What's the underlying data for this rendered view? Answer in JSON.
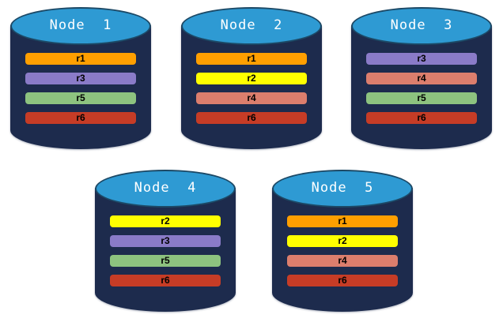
{
  "palette": {
    "page_background": "#ffffff",
    "cylinder_body": "#1d2b4d",
    "cylinder_top": "#2e9ad3",
    "cylinder_top_border": "#1c4966",
    "title_text": "#ffffff",
    "bar_text": "#000000"
  },
  "replica_colors": {
    "r1": "#ff9f00",
    "r2": "#ffff00",
    "r3": "#8a7bc8",
    "r4": "#dc7e6d",
    "r5": "#8dc37f",
    "r6": "#c63c26"
  },
  "nodes": [
    {
      "title": "Node  1",
      "replicas": [
        "r1",
        "r3",
        "r5",
        "r6"
      ]
    },
    {
      "title": "Node  2",
      "replicas": [
        "r1",
        "r2",
        "r4",
        "r6"
      ]
    },
    {
      "title": "Node  3",
      "replicas": [
        "r3",
        "r4",
        "r5",
        "r6"
      ]
    },
    {
      "title": "Node  4",
      "replicas": [
        "r2",
        "r3",
        "r5",
        "r6"
      ]
    },
    {
      "title": "Node  5",
      "replicas": [
        "r1",
        "r2",
        "r4",
        "r6"
      ]
    }
  ]
}
